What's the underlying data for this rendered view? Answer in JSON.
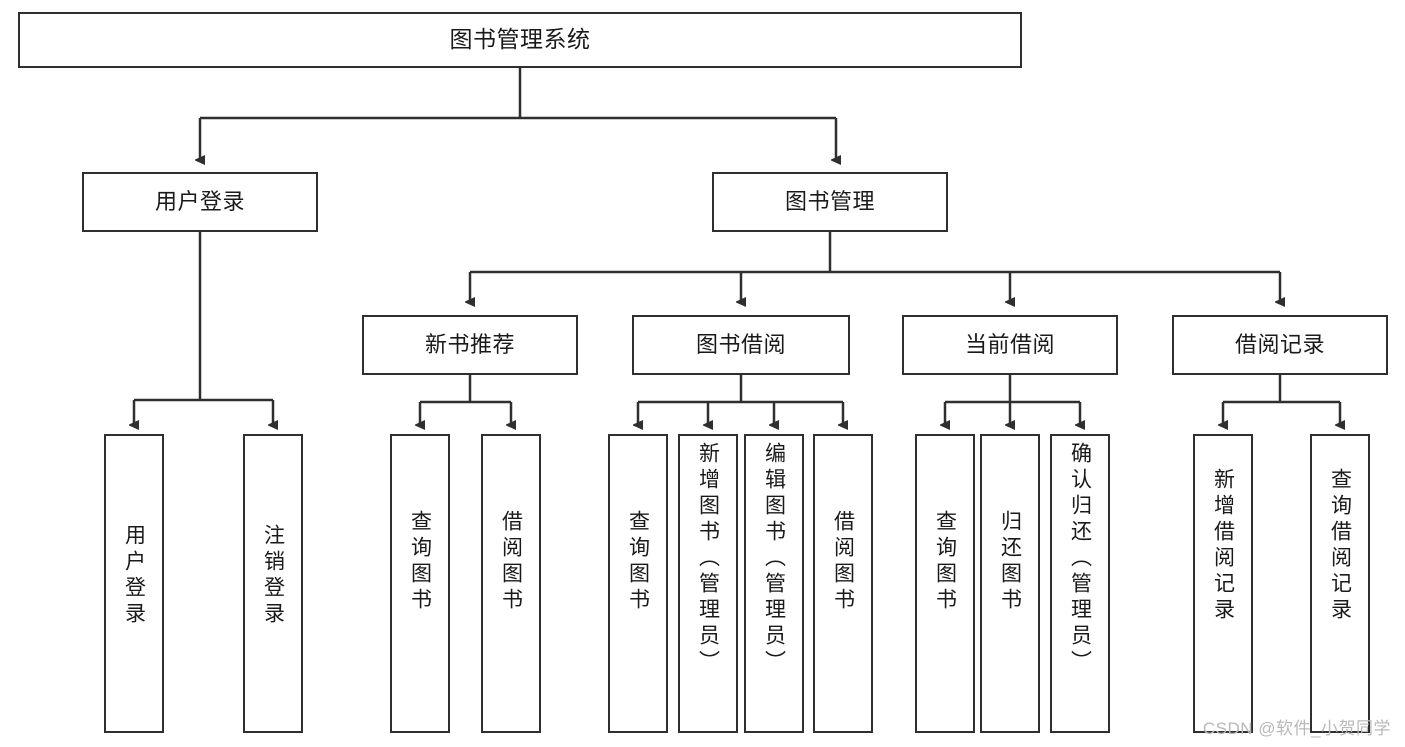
{
  "diagram": {
    "title": "图书管理系统",
    "watermark": "CSDN @软件_小贺同学",
    "stroke_color": "#2f2f2f",
    "background_color": "#ffffff",
    "text_color": "#1a1a1a",
    "nodes": {
      "root": {
        "label": "图书管理系统"
      },
      "level2": [
        {
          "id": "user-login",
          "label": "用户登录"
        },
        {
          "id": "book-management",
          "label": "图书管理"
        }
      ],
      "level3": [
        {
          "id": "new-book-recommend",
          "label": "新书推荐"
        },
        {
          "id": "book-borrow",
          "label": "图书借阅"
        },
        {
          "id": "current-borrow",
          "label": "当前借阅"
        },
        {
          "id": "borrow-record",
          "label": "借阅记录"
        }
      ],
      "leaves": {
        "user_login": [
          {
            "id": "leaf-user-login",
            "label": "用户登录"
          },
          {
            "id": "leaf-logout-login",
            "label": "注销登录"
          }
        ],
        "new_book_recommend": [
          {
            "id": "leaf-query-book-1",
            "label": "查询图书"
          },
          {
            "id": "leaf-borrow-book-1",
            "label": "借阅图书"
          }
        ],
        "book_borrow": [
          {
            "id": "leaf-query-book-2",
            "label": "查询图书"
          },
          {
            "id": "leaf-add-book",
            "label": "新增图书（管理员）"
          },
          {
            "id": "leaf-edit-book",
            "label": "编辑图书（管理员）"
          },
          {
            "id": "leaf-borrow-book-2",
            "label": "借阅图书"
          }
        ],
        "current_borrow": [
          {
            "id": "leaf-query-book-3",
            "label": "查询图书"
          },
          {
            "id": "leaf-return-book",
            "label": "归还图书"
          },
          {
            "id": "leaf-confirm-return",
            "label": "确认归还（管理员）"
          }
        ],
        "borrow_record": [
          {
            "id": "leaf-add-record",
            "label": "新增借阅记录"
          },
          {
            "id": "leaf-query-record",
            "label": "查询借阅记录"
          }
        ]
      }
    }
  }
}
